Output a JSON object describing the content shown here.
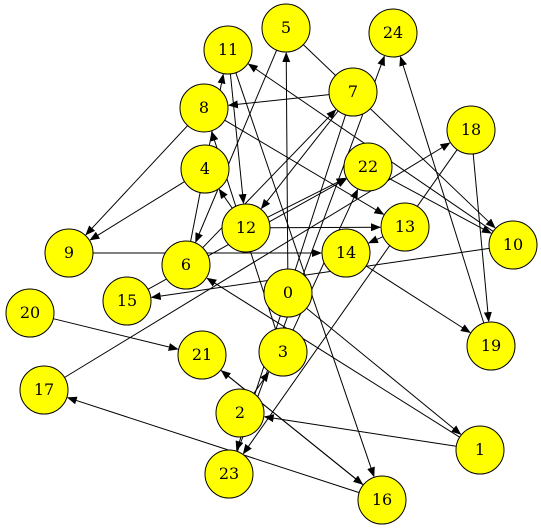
{
  "colors": {
    "node_fill": "#ffff00",
    "node_stroke": "#000000",
    "edge": "#000000",
    "background": "#ffffff"
  },
  "nodes": [
    {
      "id": "0",
      "label": "0"
    },
    {
      "id": "1",
      "label": "1"
    },
    {
      "id": "2",
      "label": "2"
    },
    {
      "id": "3",
      "label": "3"
    },
    {
      "id": "4",
      "label": "4"
    },
    {
      "id": "5",
      "label": "5"
    },
    {
      "id": "6",
      "label": "6"
    },
    {
      "id": "7",
      "label": "7"
    },
    {
      "id": "8",
      "label": "8"
    },
    {
      "id": "9",
      "label": "9"
    },
    {
      "id": "10",
      "label": "10"
    },
    {
      "id": "11",
      "label": "11"
    },
    {
      "id": "12",
      "label": "12"
    },
    {
      "id": "13",
      "label": "13"
    },
    {
      "id": "14",
      "label": "14"
    },
    {
      "id": "15",
      "label": "15"
    },
    {
      "id": "16",
      "label": "16"
    },
    {
      "id": "17",
      "label": "17"
    },
    {
      "id": "18",
      "label": "18"
    },
    {
      "id": "19",
      "label": "19"
    },
    {
      "id": "20",
      "label": "20"
    },
    {
      "id": "21",
      "label": "21"
    },
    {
      "id": "22",
      "label": "22"
    },
    {
      "id": "23",
      "label": "23"
    },
    {
      "id": "24",
      "label": "24"
    }
  ],
  "edges": [
    {
      "from": "0",
      "to": "5"
    },
    {
      "from": "0",
      "to": "1"
    },
    {
      "from": "3",
      "to": "8"
    },
    {
      "from": "4",
      "to": "9"
    },
    {
      "from": "8",
      "to": "9"
    },
    {
      "from": "8",
      "to": "13"
    },
    {
      "from": "7",
      "to": "8"
    },
    {
      "from": "7",
      "to": "12"
    },
    {
      "from": "7",
      "to": "23"
    },
    {
      "from": "5",
      "to": "10"
    },
    {
      "from": "11",
      "to": "12"
    },
    {
      "from": "11",
      "to": "16"
    },
    {
      "from": "10",
      "to": "11"
    },
    {
      "from": "10",
      "to": "15"
    },
    {
      "from": "12",
      "to": "13"
    },
    {
      "from": "12",
      "to": "4"
    },
    {
      "from": "12",
      "to": "22"
    },
    {
      "from": "6",
      "to": "11"
    },
    {
      "from": "6",
      "to": "7"
    },
    {
      "from": "9",
      "to": "14"
    },
    {
      "from": "13",
      "to": "14"
    },
    {
      "from": "14",
      "to": "19"
    },
    {
      "from": "15",
      "to": "22"
    },
    {
      "from": "17",
      "to": "18"
    },
    {
      "from": "18",
      "to": "19"
    },
    {
      "from": "18",
      "to": "23"
    },
    {
      "from": "19",
      "to": "24"
    },
    {
      "from": "20",
      "to": "21"
    },
    {
      "from": "21",
      "to": "16"
    },
    {
      "from": "16",
      "to": "21"
    },
    {
      "from": "16",
      "to": "17"
    },
    {
      "from": "23",
      "to": "24"
    },
    {
      "from": "2",
      "to": "3"
    },
    {
      "from": "1",
      "to": "2"
    },
    {
      "from": "1",
      "to": "6"
    },
    {
      "from": "22",
      "to": "10"
    },
    {
      "from": "3",
      "to": "22"
    },
    {
      "from": "5",
      "to": "6"
    }
  ]
}
